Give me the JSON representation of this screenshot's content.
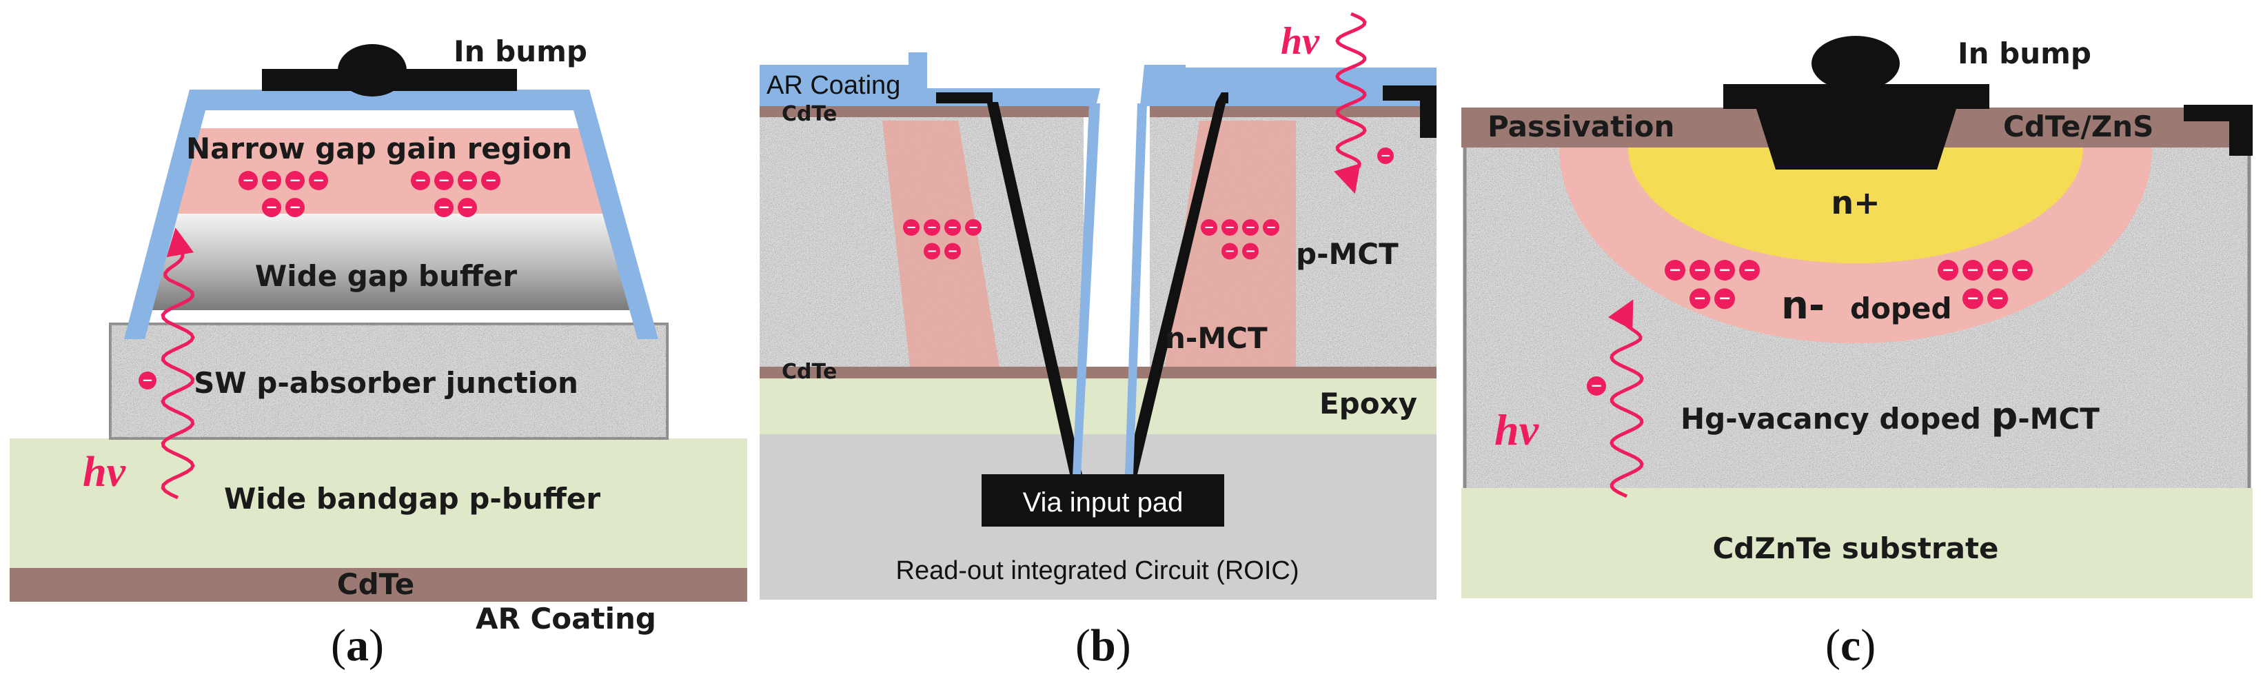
{
  "colors": {
    "hv_pink": "#ee1d5e",
    "gain_pink": "#f2b6b0",
    "ar_blue": "#8ab4e3",
    "cdte_brown": "#9c7a73",
    "buffer_green": "#dfe8c8",
    "roic_gray": "#cfcfcf",
    "ndoped_yellow": "#f5dc55"
  },
  "panel_a": {
    "in_bump": "In bump",
    "gain_region": "Narrow gap gain region",
    "wide_gap_buffer": "Wide gap buffer",
    "absorber": "SW p-absorber junction",
    "hv": "hv",
    "p_buffer": "Wide bandgap p-buffer",
    "cdte": "CdTe",
    "ar_coating": "AR Coating",
    "caption_open": "(",
    "caption_letter": "a",
    "caption_close": ")"
  },
  "panel_b": {
    "ar_coating": "AR Coating",
    "cdte_top": "CdTe",
    "cdte_bottom": "CdTe",
    "hv": "hv",
    "p_mct": "p-MCT",
    "n_mct": "n-MCT",
    "epoxy": "Epoxy",
    "via_pad": "Via input pad",
    "roic": "Read-out integrated Circuit (ROIC)",
    "caption_open": "(",
    "caption_letter": "b",
    "caption_close": ")"
  },
  "panel_c": {
    "in_bump": "In bump",
    "passivation": "Passivation",
    "cdte_zns": "CdTe/ZnS",
    "n_plus": "n+",
    "n_minus": "n-",
    "doped": "doped",
    "hv": "hv",
    "hg_vacancy": "Hg-vacancy doped ",
    "p_bold": "p",
    "mct": "-MCT",
    "substrate": "CdZnTe substrate",
    "caption_open": "(",
    "caption_letter": "c",
    "caption_close": ")"
  },
  "electron_symbol": "−"
}
